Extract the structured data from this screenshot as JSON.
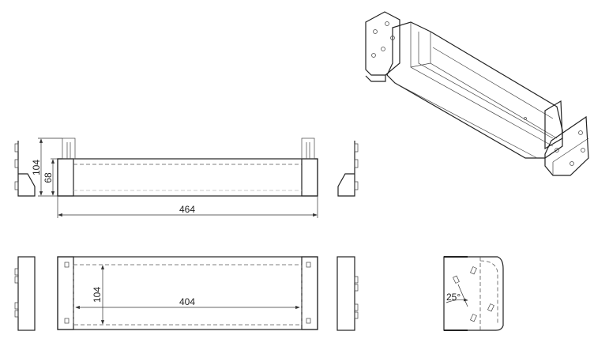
{
  "drawing": {
    "front_view": {
      "overall_height": "104",
      "body_height": "68",
      "overall_length": "464"
    },
    "top_view": {
      "inner_depth": "104",
      "inner_length": "404"
    },
    "detail_view": {
      "angle": "25°"
    },
    "line_color": "#222222"
  }
}
